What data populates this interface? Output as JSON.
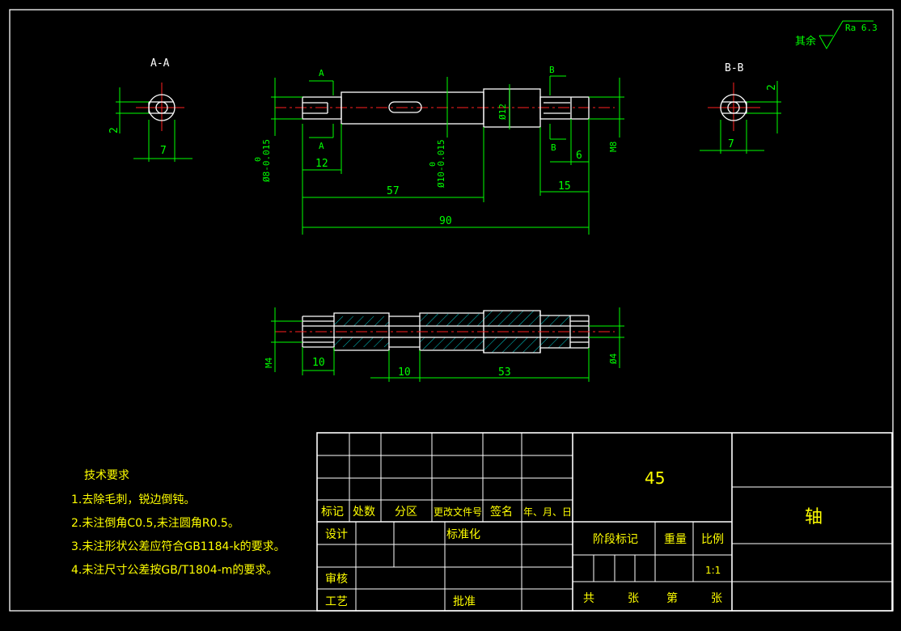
{
  "surface_note": "其余",
  "roughness": "Ra 6.3",
  "sections": {
    "aa": "A-A",
    "bb": "B-B"
  },
  "cut_marks": {
    "a": "A",
    "b": "B"
  },
  "dims_section": {
    "aa_width": "7",
    "aa_depth": "2",
    "bb_width": "7",
    "bb_depth": "2"
  },
  "dims_front": {
    "d8": "Ø8-0.015",
    "d8_upper": "0",
    "d10": "Ø10-0.015",
    "d10_upper": "0",
    "d12": "Ø12",
    "m8": "M8",
    "len12": "12",
    "len57": "57",
    "len90": "90",
    "len6": "6",
    "len15": "15"
  },
  "dims_bottom": {
    "m4": "M4",
    "len10a": "10",
    "len10b": "10",
    "len53": "53",
    "d4": "Ø4"
  },
  "tech_req": {
    "title": "技术要求",
    "items": [
      "1.去除毛刺，锐边倒钝。",
      "2.未注倒角C0.5,未注圆角R0.5。",
      "3.未注形状公差应符合GB1184-k的要求。",
      "4.未注尺寸公差按GB/T1804-m的要求。"
    ]
  },
  "title_block": {
    "headers": [
      "标记",
      "处数",
      "分区",
      "更改文件号",
      "签名",
      "年、月、日"
    ],
    "design": "设计",
    "standard": "标准化",
    "check": "审核",
    "process": "工艺",
    "approve": "批准",
    "material": "45",
    "part_name": "轴",
    "stage_mark": "阶段标记",
    "weight": "重量",
    "scale_label": "比例",
    "scale": "1:1",
    "total": "共",
    "sheet_unit1": "张",
    "sheet_no": "第",
    "sheet_unit2": "张"
  }
}
